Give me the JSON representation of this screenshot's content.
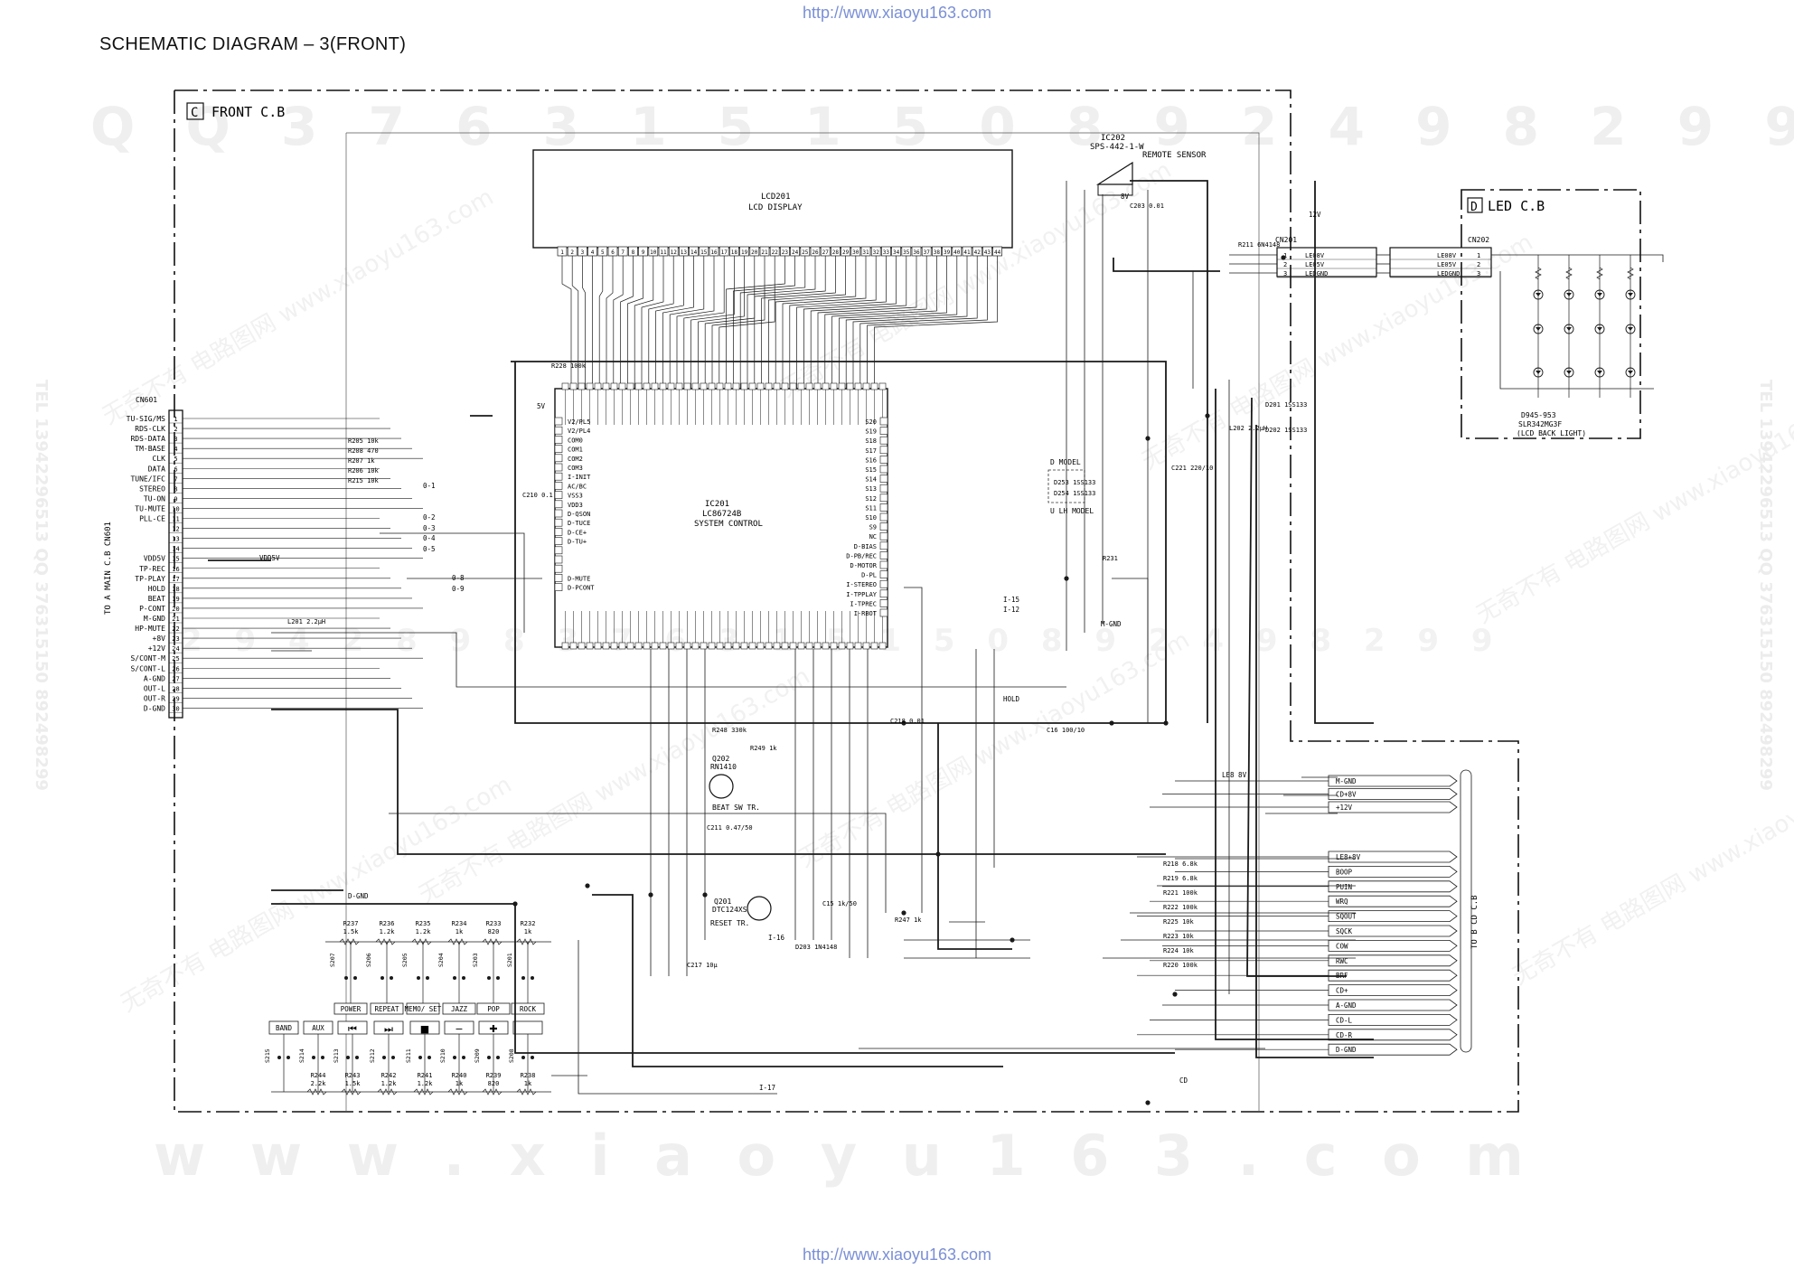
{
  "header": {
    "url_top": "http://www.xiaoyu163.com",
    "title": "SCHEMATIC  DIAGRAM – 3(FRONT)",
    "url_bottom": "http://www.xiaoyu163.com"
  },
  "watermark": {
    "digits_top": "Q Q 3 7 6 3 1 5 1 5 0   8 9 2 4 9 8 2 9 9",
    "digits_mid": "2 9 4 2 8 9 8 3 7 6 3 1 5 1 5 0 8 9 2 4 9 8 2 9 9",
    "site_bottom": "w w w . x i a o y u 1 6 3 . c o m",
    "site_diag": "无奇不有 电路图网 www.xiaoyu163.com",
    "side_tel": "TEL 13942296513 QQ 376315150 892498299"
  },
  "board_front": {
    "letter": "C",
    "name": "FRONT C.B",
    "lcd_ref": "LCD201",
    "lcd_label": "LCD DISPLAY",
    "ic201_ref": "IC201",
    "ic201_part": "LC86724B",
    "ic201_label": "SYSTEM CONTROL",
    "ic202_ref": "IC202",
    "ic202_part": "SPS-442-1-W",
    "ic202_label": "REMOTE SENSOR",
    "q201_ref": "Q201",
    "q201_part": "DTC124XS",
    "q201_label": "RESET TR.",
    "q202_ref": "Q202",
    "q202_part": "RN1410",
    "q202_label": "BEAT SW TR.",
    "d_model": "D MODEL",
    "lh_model": "U LH MODEL",
    "cn201": "CN201",
    "cn601": "CN601",
    "cn601_note": "TO A MAIN C.B CN601",
    "cd_note": "TO B CD C.B"
  },
  "board_led": {
    "letter": "D",
    "name": "LED C.B",
    "cn202": "CN202",
    "led_part": "D945-953",
    "led_part2": "SLR342MG3F",
    "led_label": "(LCD BACK LIGHT)"
  },
  "cn601_pins": [
    "TU-SIG/MS",
    "RDS-CLK",
    "RDS-DATA",
    "TM-BASE",
    "CLK",
    "DATA",
    "TUNE/IFC",
    "STEREO",
    "TU-ON",
    "TU-MUTE",
    "PLL-CE",
    "",
    "",
    "",
    "VDD5V",
    "TP-REC",
    "TP-PLAY",
    "HOLD",
    "BEAT",
    "P-CONT",
    "M-GND",
    "HP-MUTE",
    "+8V",
    "+12V",
    "S/CONT-M",
    "S/CONT-L",
    "A-GND",
    "OUT-L",
    "OUT-R",
    "D-GND"
  ],
  "cn201_pins": [
    "LE08V",
    "LE05V",
    "LEDGND"
  ],
  "cd_pins": [
    "M-GND",
    "CD+8V",
    "+12V",
    "LE8+8V",
    "BOOP",
    "PUIN",
    "WRQ",
    "SQOUT",
    "SQCK",
    "COW",
    "RWC",
    "BRF",
    "CD+",
    "A-GND",
    "CD-L",
    "CD-R",
    "D-GND"
  ],
  "ic_left_pins": [
    "V2/PL5",
    "V2/PL4",
    "COM0",
    "COM1",
    "COM2",
    "COM3",
    "I-INIT",
    "AC/BC",
    "VSS3",
    "VDD3",
    "D-QSON",
    "D-TUCE",
    "D-CE+",
    "D-TU+",
    "",
    "",
    "",
    "D-MUTE",
    "D-PCONT"
  ],
  "ic_right_pins": [
    "S20",
    "S19",
    "S18",
    "S17",
    "S16",
    "S15",
    "S14",
    "S13",
    "S12",
    "S11",
    "S10",
    "S9",
    "NC",
    "D-BIAS",
    "D-PB/REC",
    "D-MOTOR",
    "D-PL",
    "I-STEREO",
    "I-TPPLAY",
    "I-TPREC",
    "I-RBOT"
  ],
  "buttons_top_labels": [
    "POWER",
    "REPEAT",
    "MEMO/ SET",
    "JAZZ",
    "POP",
    "ROCK"
  ],
  "buttons_bottom_labels": [
    "BAND",
    "AUX"
  ],
  "buttons_symbols": [
    "⏮",
    "⏭",
    "■",
    "−",
    "✚"
  ],
  "key_resistors_top": [
    "R237 1.5k",
    "R236 1.2k",
    "R235 1.2k",
    "R234 1k",
    "R233 820",
    "R232 1k"
  ],
  "key_resistors_bottom": [
    "R244 2.2k",
    "R243 1.5k",
    "R242 1.2k",
    "R241 1.2k",
    "R240 1k",
    "R239 820",
    "R238 1k"
  ],
  "switches_top": [
    "S207",
    "S206",
    "S205",
    "S204",
    "S203",
    "S201"
  ],
  "switches_bottom": [
    "S215",
    "S214",
    "S213",
    "S212",
    "S211",
    "S210",
    "S209",
    "S208"
  ],
  "resistor_labels": [
    "R228 100k",
    "R205 10k",
    "R208 470",
    "R207 1k",
    "R206 10k",
    "R215 10k",
    "R211 6N4148",
    "R218 6.8k",
    "R219 6.8k",
    "R221 100k",
    "R222 100k",
    "R225 10k",
    "R223 10k",
    "R224 10k",
    "R220 100k",
    "R247 1k",
    "R248 330k",
    "R249 1k",
    "R231"
  ],
  "cap_labels": [
    "C210 0.1",
    "C203 0.01",
    "C221 220/10",
    "C16 100/10",
    "C211 0.47/50",
    "C15 1k/50",
    "C217 10μ",
    "C218 0.01"
  ],
  "diode_labels": [
    "D201 1SS133",
    "D202 1SS133",
    "L202 2.2μH",
    "L201 2.2μH",
    "D253 1SS133",
    "D254 1SS133",
    "D203 1N4148"
  ],
  "net_labels": [
    "5V",
    "8V",
    "12V",
    "M-GND",
    "D-GND",
    "HOLD",
    "VDD5V",
    "LE8 8V",
    "CD",
    "0-1",
    "0-2",
    "0-3",
    "0-4",
    "0-5",
    "0-8",
    "0-9",
    "I-15",
    "I-12",
    "I-16",
    "I-17"
  ],
  "lcd_pins": 44,
  "colors": {
    "ink": "#1a1a1a",
    "watermark": "#ececec",
    "url": "#7a8fd6"
  }
}
